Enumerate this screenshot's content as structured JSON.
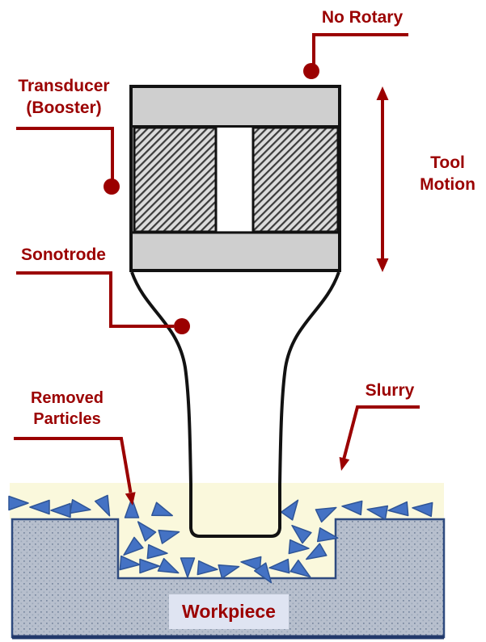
{
  "labels": {
    "no_rotary": "No Rotary",
    "transducer": [
      "Transducer",
      "(Booster)"
    ],
    "tool_motion": [
      "Tool",
      "Motion"
    ],
    "sonotrode": "Sonotrode",
    "removed_particles": [
      "Removed",
      "Particles"
    ],
    "slurry": "Slurry",
    "workpiece": "Workpiece"
  },
  "colors": {
    "annotation_red": "#9B0000",
    "outline_black": "#121212",
    "booster_gray": "#CFCFCF",
    "hatch_bg": "#DCDCDC",
    "hatch_line": "#3B3B3B",
    "slurry_yellow": "#FAF8DC",
    "workpiece_fill": "#B7BFCD",
    "workpiece_dot": "#78879F",
    "workpiece_dot_light": "#9AA6B8",
    "workpiece_border": "#2E4A7F",
    "workpiece_border_dark": "#22396B",
    "particle_fill": "#4472C4",
    "particle_stroke": "#2F5597",
    "workpiece_label_bg": "#DFE4F2"
  },
  "particles": [
    [
      22,
      623,
      0
    ],
    [
      50,
      628,
      180
    ],
    [
      76,
      632,
      180
    ],
    [
      99,
      629,
      10
    ],
    [
      130,
      627,
      65
    ],
    [
      163,
      630,
      -90
    ],
    [
      201,
      634,
      20
    ],
    [
      179,
      656,
      -130
    ],
    [
      209,
      662,
      -15
    ],
    [
      163,
      679,
      140
    ],
    [
      194,
      684,
      5
    ],
    [
      160,
      698,
      5
    ],
    [
      184,
      701,
      0
    ],
    [
      209,
      704,
      25
    ],
    [
      232,
      702,
      90
    ],
    [
      256,
      704,
      5
    ],
    [
      283,
      705,
      -15
    ],
    [
      361,
      630,
      -55
    ],
    [
      404,
      634,
      -25
    ],
    [
      371,
      659,
      -140
    ],
    [
      405,
      664,
      10
    ],
    [
      369,
      678,
      5
    ],
    [
      390,
      686,
      150
    ],
    [
      311,
      697,
      185
    ],
    [
      346,
      702,
      175
    ],
    [
      373,
      707,
      35
    ],
    [
      328,
      711,
      55
    ],
    [
      436,
      628,
      185
    ],
    [
      467,
      633,
      190
    ],
    [
      493,
      631,
      175
    ],
    [
      523,
      630,
      185
    ]
  ]
}
